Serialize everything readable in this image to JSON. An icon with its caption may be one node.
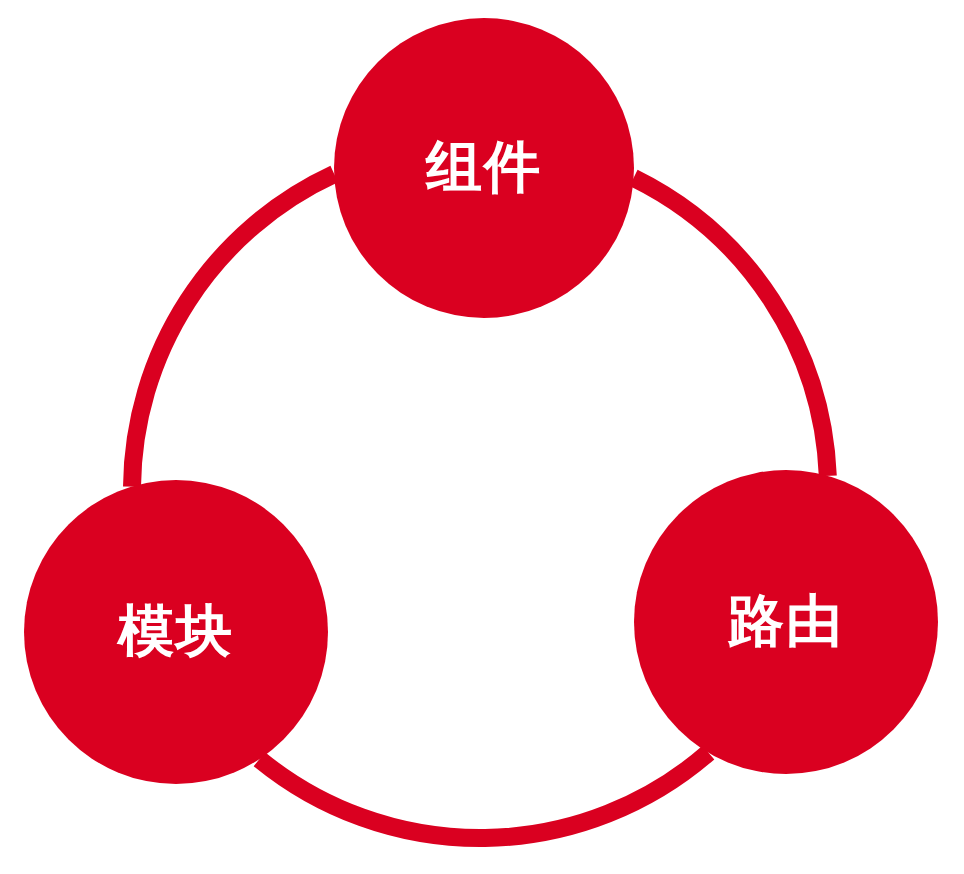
{
  "diagram": {
    "nodes": [
      {
        "text": [
          "组件"
        ]
      },
      {
        "text": [
          "模块"
        ]
      },
      {
        "text": [
          "路由"
        ]
      }
    ],
    "edges": [
      {
        "from": 0,
        "to": 2,
        "arrow": "none"
      },
      {
        "from": 2,
        "to": 1,
        "arrow": "none"
      },
      {
        "from": 1,
        "to": 0,
        "arrow": "none"
      }
    ]
  }
}
